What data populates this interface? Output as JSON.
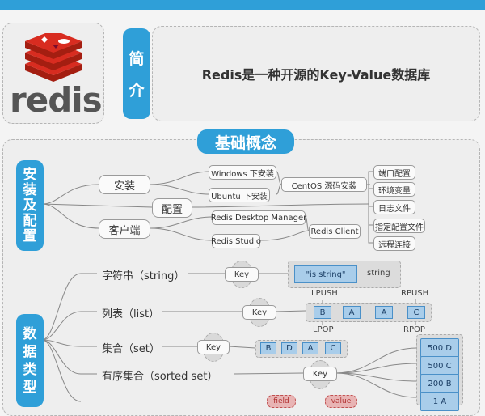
{
  "logo": {
    "text": "redis"
  },
  "intro": {
    "tab_chars": [
      "简",
      "介"
    ],
    "description": "Redis是一种开源的Key-Value数据库"
  },
  "basic_concepts": {
    "title": "基础概念"
  },
  "install_section": {
    "tab_chars": [
      "安",
      "装",
      "及",
      "配",
      "置"
    ],
    "install": "安装",
    "windows": "Windows 下安装",
    "ubuntu": "Ubuntu 下安装",
    "centos": "CentOS 源码安装",
    "config": "配置",
    "client": "客户端",
    "rdm": "Redis Desktop Manager",
    "studio": "Redis Studio",
    "rclient": "Redis Client",
    "config_items": [
      "端口配置",
      "环境变量",
      "日志文件",
      "指定配置文件",
      "远程连接"
    ]
  },
  "types_section": {
    "tab_chars": [
      "数",
      "据",
      "类",
      "型"
    ],
    "string": {
      "label": "字符串（string）",
      "key": "Key",
      "value": "\"is string\"",
      "type": "string"
    },
    "list": {
      "label": "列表（list）",
      "key": "Key",
      "items": [
        "B",
        "A",
        "A",
        "C"
      ],
      "lpush": "LPUSH",
      "lpop": "LPOP",
      "rpush": "RPUSH",
      "rpop": "RPOP"
    },
    "set": {
      "label": "集合（set）",
      "key": "Key",
      "items": [
        "B",
        "D",
        "A",
        "C"
      ]
    },
    "zset": {
      "label": "有序集合（sorted set）",
      "key": "Key",
      "items": [
        "500 D",
        "500 C",
        "200 B",
        "1 A"
      ]
    },
    "hash": {
      "field": "field",
      "value": "value"
    }
  },
  "colors": {
    "accent": "#2f9fd8",
    "logo_red": "#d82c20"
  }
}
